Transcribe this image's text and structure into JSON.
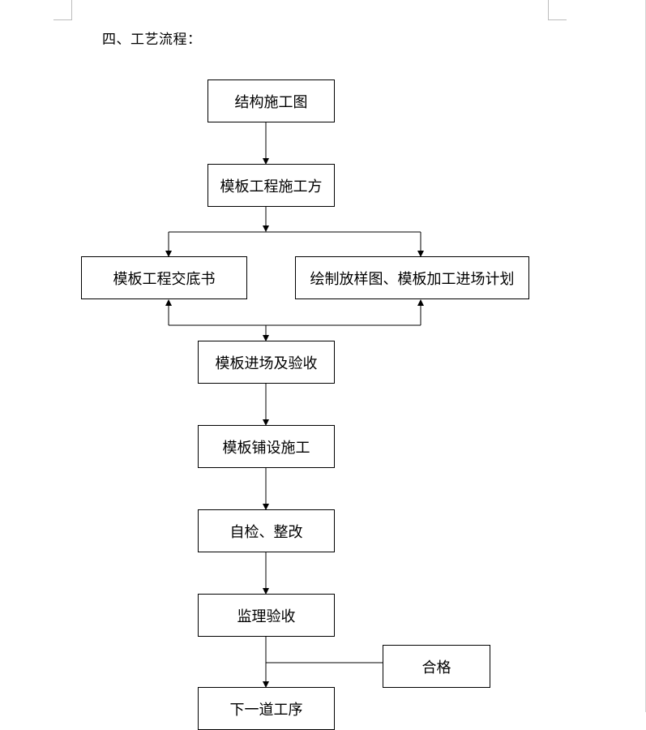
{
  "heading": "四、工艺流程：",
  "nodes": {
    "structure_drawing": "结构施工图",
    "formwork_plan": "模板工程施工方",
    "formwork_disclosure": "模板工程交底书",
    "layout_drawing_plan": "绘制放样图、模板加工进场计划",
    "entry_acceptance": "模板进场及验收",
    "laying_construction": "模板铺设施工",
    "self_check": "自检、整改",
    "supervision_acceptance": "监理验收",
    "qualified": "合格",
    "next_process": "下一道工序"
  }
}
